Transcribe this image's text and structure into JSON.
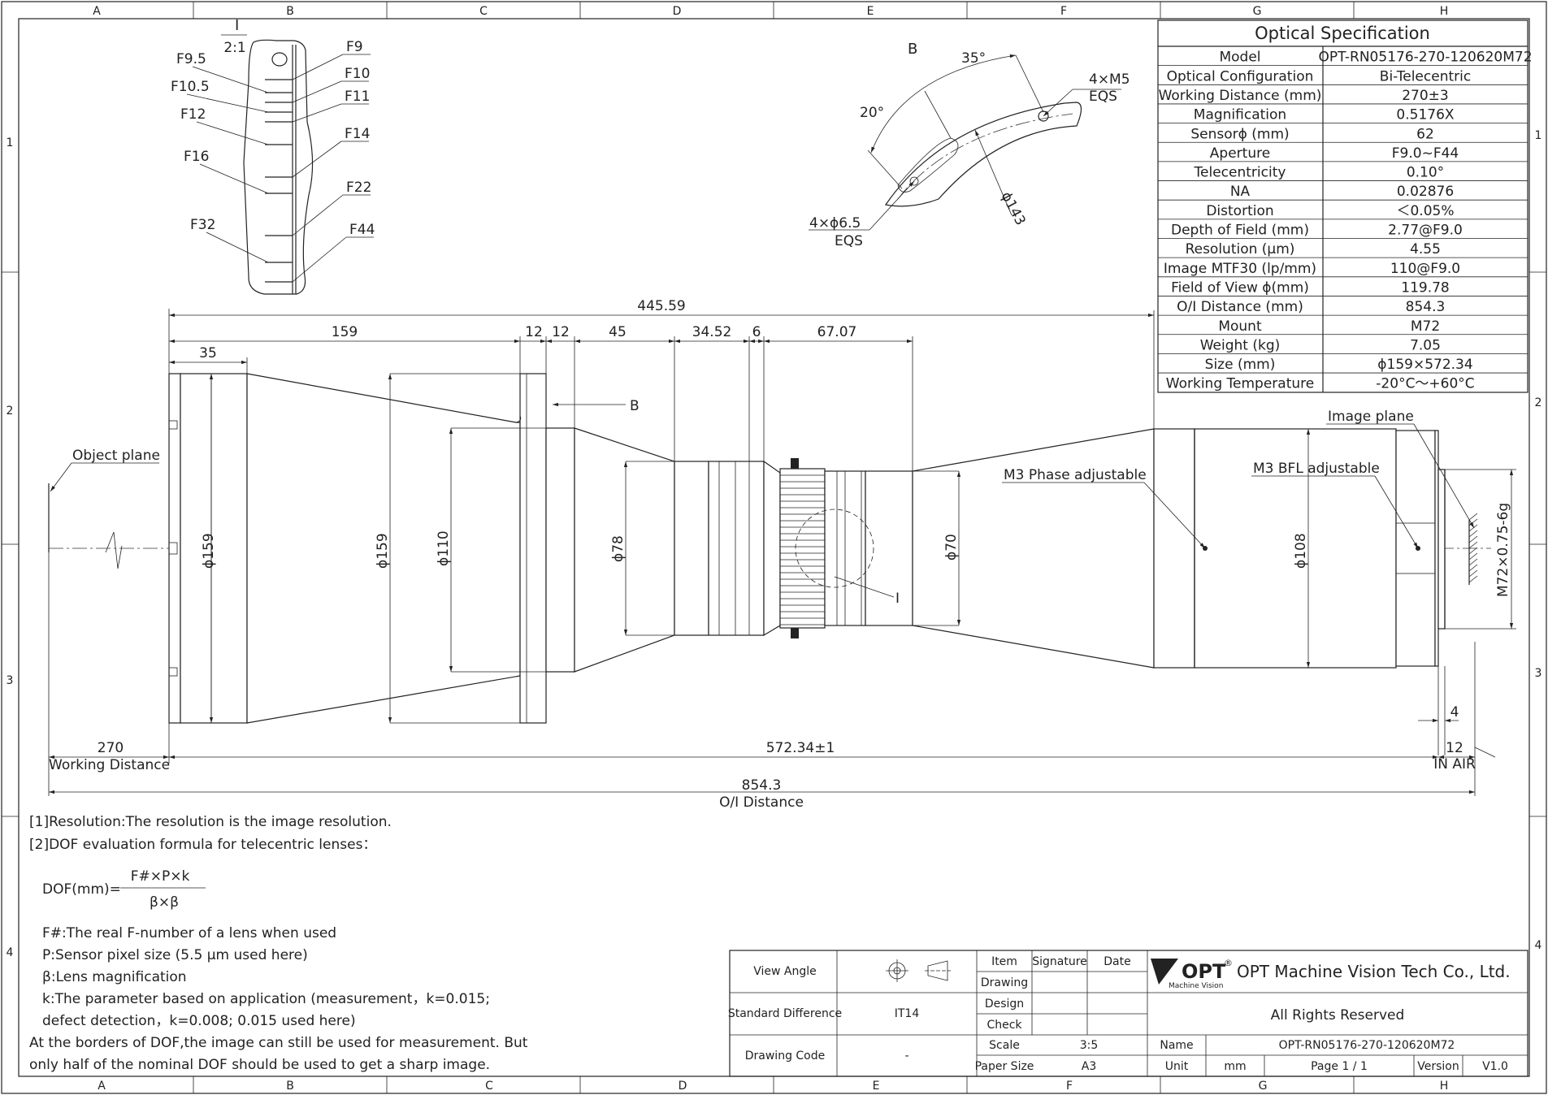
{
  "frame": {
    "columns": [
      "A",
      "B",
      "C",
      "D",
      "E",
      "F",
      "G",
      "H"
    ],
    "rows": [
      "1",
      "2",
      "3",
      "4"
    ]
  },
  "spec_table": {
    "title": "Optical Specification",
    "rows": [
      {
        "label": "Model",
        "value": "OPT-RN05176-270-120620M72"
      },
      {
        "label": "Optical Configuration",
        "value": "Bi-Telecentric"
      },
      {
        "label": "Working Distance (mm)",
        "value": "270±3"
      },
      {
        "label": "Magnification",
        "value": "0.5176X"
      },
      {
        "label": "Sensorϕ (mm)",
        "value": "62"
      },
      {
        "label": "Aperture",
        "value": "F9.0~F44"
      },
      {
        "label": "Telecentricity",
        "value": "0.10°"
      },
      {
        "label": "NA",
        "value": "0.02876"
      },
      {
        "label": "Distortion",
        "value": "＜0.05%"
      },
      {
        "label": "Depth of Field (mm)",
        "value": "2.77@F9.0"
      },
      {
        "label": "Resolution (μm)",
        "value": "4.55"
      },
      {
        "label": "Image MTF30 (lp/mm)",
        "value": "110@F9.0"
      },
      {
        "label": "Field of View ϕ(mm)",
        "value": "119.78"
      },
      {
        "label": "O/I Distance (mm)",
        "value": "854.3"
      },
      {
        "label": "Mount",
        "value": "M72"
      },
      {
        "label": "Weight (kg)",
        "value": "7.05"
      },
      {
        "label": "Size (mm)",
        "value": "ϕ159×572.34"
      },
      {
        "label": "Working Temperature",
        "value": "-20°C～+60°C"
      }
    ]
  },
  "detail_I": {
    "label": "I",
    "scale": "2:1",
    "f_left": [
      "F9.5",
      "F10.5",
      "F12",
      "F16",
      "F32"
    ],
    "f_right": [
      "F9",
      "F10",
      "F11",
      "F14",
      "F22",
      "F44"
    ]
  },
  "detail_B": {
    "label": "B",
    "angle_top": "35°",
    "angle_left": "20°",
    "hole_m5": "4×M5",
    "hole_m5_eqs": "EQS",
    "hole_65": "4×ϕ6.5",
    "hole_65_eqs": "EQS",
    "dia": "ϕ143"
  },
  "dimensions": {
    "overall_top": "445.59",
    "d159": "159",
    "d12a": "12",
    "d12b": "12",
    "d45": "45",
    "d3452": "34.52",
    "d6": "6",
    "d6707": "67.07",
    "d35": "35",
    "dia159a": "ϕ159",
    "dia159b": "ϕ159",
    "dia110": "ϕ110",
    "dia78": "ϕ78",
    "dia70": "ϕ70",
    "dia108": "ϕ108",
    "thread": "M72×0.75-6g",
    "d4": "4",
    "d12c": "12",
    "in_air": "IN AIR",
    "d270": "270",
    "working_distance": "Working Distance",
    "d57234": "572.34±1",
    "d8543": "854.3",
    "oi_distance": "O/I Distance"
  },
  "callouts": {
    "object_plane": "Object plane",
    "image_plane": "Image plane",
    "m3_phase": "M3 Phase adjustable",
    "m3_bfl": "M3 BFL adjustable",
    "B_ref": "B",
    "I_ref": "I"
  },
  "notes": {
    "n1": "[1]Resolution:The resolution is  the image resolution.",
    "n2": "[2]DOF evaluation formula for telecentric lenses：",
    "formula_lhs": "DOF(mm)=",
    "formula_num": "F#×P×k",
    "formula_den": "β×β",
    "f1": "F#:The real F-number of a lens when used",
    "f2": "P:Sensor pixel size (5.5 μm used here)",
    "f3": "β:Lens magnification",
    "f4": "k:The parameter based on application (measurement，k=0.015;",
    "f5": "defect detection，k=0.008; 0.015 used here)",
    "f6": "At the borders of DOF,the image can still be used for measurement. But",
    "f7": "only half of the nominal DOF should be used to get a sharp image."
  },
  "title_block": {
    "view_angle": "View Angle",
    "standard_difference": "Standard Difference",
    "std_value": "IT14",
    "drawing_code": "Drawing Code",
    "code_value": "-",
    "item": "Item",
    "signature": "Signature",
    "date": "Date",
    "drawing": "Drawing",
    "design": "Design",
    "check": "Check",
    "scale_label": "Scale",
    "scale_value": "3:5",
    "paper_label": "Paper Size",
    "paper_value": "A3",
    "logo_text": "OPT",
    "logo_sub": "Machine Vision",
    "logo_reg": "®",
    "company": "OPT Machine Vision Tech Co., Ltd.",
    "rights": "All Rights Reserved",
    "name_label": "Name",
    "name_value": "OPT-RN05176-270-120620M72",
    "unit_label": "Unit",
    "unit_value": "mm",
    "page": "Page  1 / 1",
    "version_label": "Version",
    "version_value": "V1.0"
  }
}
